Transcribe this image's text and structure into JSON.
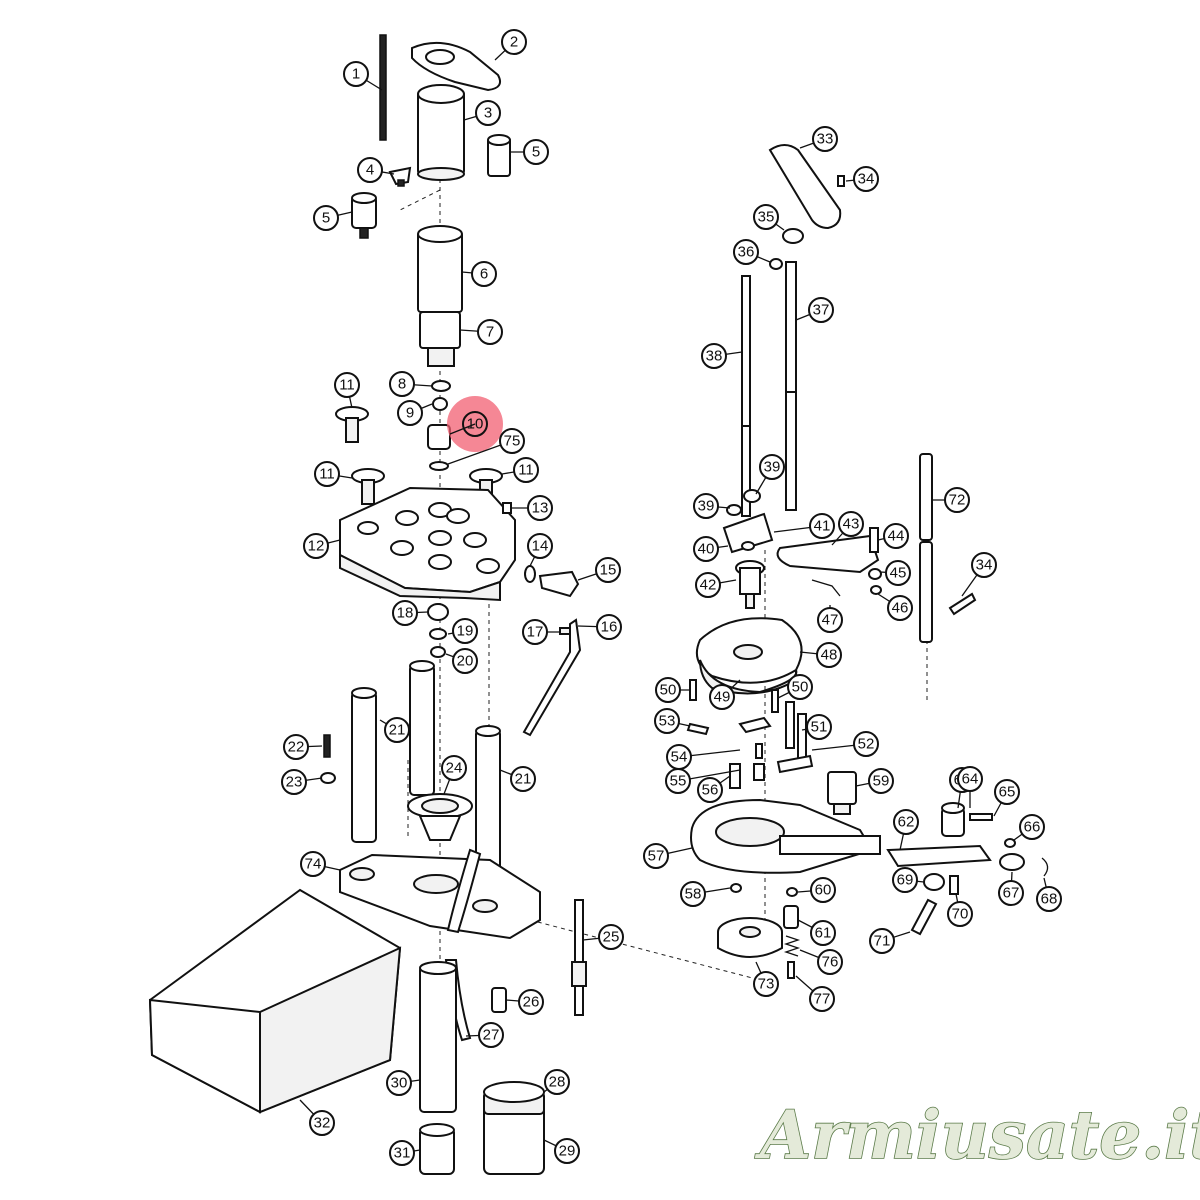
{
  "diagram": {
    "title": "",
    "highlighted_callout": "10",
    "highlight_color": "#f25f72",
    "callouts": [
      "1",
      "2",
      "3",
      "4",
      "5",
      "5",
      "6",
      "7",
      "8",
      "9",
      "10",
      "11",
      "11",
      "11",
      "12",
      "13",
      "14",
      "15",
      "16",
      "17",
      "18",
      "19",
      "20",
      "21",
      "21",
      "22",
      "23",
      "24",
      "25",
      "26",
      "27",
      "28",
      "29",
      "30",
      "31",
      "32",
      "33",
      "34",
      "34",
      "35",
      "36",
      "37",
      "38",
      "39",
      "39",
      "40",
      "41",
      "42",
      "43",
      "44",
      "45",
      "46",
      "47",
      "48",
      "49",
      "50",
      "50",
      "51",
      "52",
      "53",
      "54",
      "55",
      "56",
      "57",
      "58",
      "59",
      "60",
      "61",
      "62",
      "63",
      "64",
      "65",
      "66",
      "67",
      "68",
      "69",
      "70",
      "71",
      "72",
      "73",
      "74",
      "75",
      "76",
      "77"
    ]
  },
  "watermark": {
    "text": "Armiusate.it",
    "fill_color": "#e4ead9",
    "stroke_color": "#5a7a48"
  }
}
